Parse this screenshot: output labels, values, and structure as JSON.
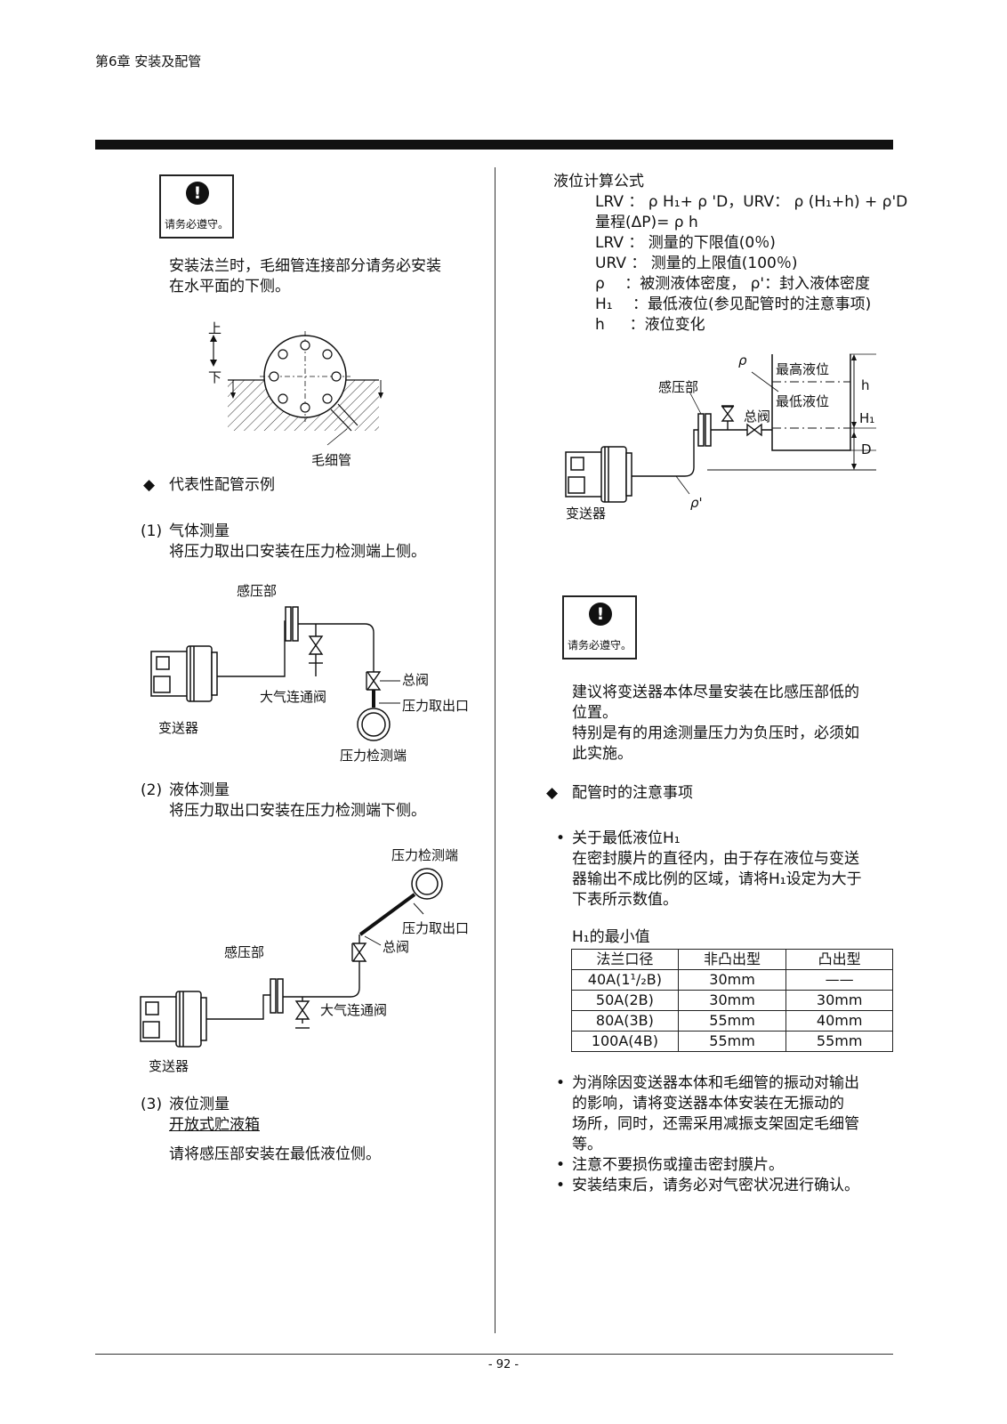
{
  "header": {
    "chapter": "第6章 安装及配管"
  },
  "page_number": "- 92 -",
  "caution_label": "请务必遵守。",
  "caution_icon": "exclamation-icon",
  "left": {
    "flange_note_1": "安装法兰时，毛细管连接部分请务必安装",
    "flange_note_2": "在水平面的下侧。",
    "fig1": {
      "up": "上",
      "down": "下",
      "capillary": "毛细管"
    },
    "section_title": "代表性配管示例",
    "gas": {
      "num": "(1)",
      "title": "气体测量",
      "desc": "将压力取出口安装在压力检测端上侧。",
      "sensor": "感压部",
      "main_valve": "总阀",
      "vent_valve": "大气连通阀",
      "tap": "压力取出口",
      "transmitter": "变送器",
      "detect": "压力检测端"
    },
    "liquid": {
      "num": "(2)",
      "title": "液体测量",
      "desc": "将压力取出口安装在压力检测端下侧。",
      "detect": "压力检测端",
      "tap": "压力取出口",
      "main_valve": "总阀",
      "sensor": "感压部",
      "vent_valve": "大气连通阀",
      "transmitter": "变送器"
    },
    "level": {
      "num": "(3)",
      "title": "液位测量",
      "subtitle": "开放式贮液箱",
      "desc": "请将感压部安装在最低液位侧。"
    }
  },
  "right": {
    "formula_title": "液位计算公式",
    "formula_lines": [
      "LRV ： ρ H₁+ ρ 'D，URV： ρ (H₁+h) + ρ'D",
      "量程(ΔP)= ρ h",
      "LRV ： 测量的下限值(0％)",
      "URV ： 测量的上限值(100％)",
      "ρ 　：被测液体密度， ρ'：封入液体密度",
      "H₁ 　：最低液位(参见配管时的注意事项)",
      "h 　 ：液位变化"
    ],
    "fig": {
      "rho": "ρ",
      "rho_prime": "ρ'",
      "max_level": "最高液位",
      "min_level": "最低液位",
      "sensor": "感压部",
      "main_valve": "总阀",
      "h": "h",
      "h1": "H₁",
      "d": "D",
      "transmitter": "变送器"
    },
    "caution_text": [
      "建议将变送器本体尽量安装在比感压部低的",
      "位置。",
      "特别是有的用途测量压力为负压时，必须如",
      "此实施。"
    ],
    "notes_title": "配管时的注意事项",
    "bullet1": [
      "关于最低液位H₁",
      "在密封膜片的直径内，由于存在液位与变送",
      "器输出不成比例的区域，请将H₁设定为大于",
      "下表所示数值。"
    ],
    "table_title": "H₁的最小值",
    "table": {
      "headers": [
        "法兰口径",
        "非凸出型",
        "凸出型"
      ],
      "rows": [
        [
          "40A(1¹/₂B)",
          "30mm",
          "——"
        ],
        [
          "50A(2B)",
          "30mm",
          "30mm"
        ],
        [
          "80A(3B)",
          "55mm",
          "40mm"
        ],
        [
          "100A(4B)",
          "55mm",
          "55mm"
        ]
      ]
    },
    "bullets": [
      [
        "为消除因变送器本体和毛细管的振动对输出",
        "的影响，请将变送器本体安装在无振动的",
        "场所，同时，还需采用减振支架固定毛细管",
        "等。"
      ],
      [
        "注意不要损伤或撞击密封膜片。"
      ],
      [
        "安装结束后，请务必对气密状况进行确认。"
      ]
    ]
  }
}
